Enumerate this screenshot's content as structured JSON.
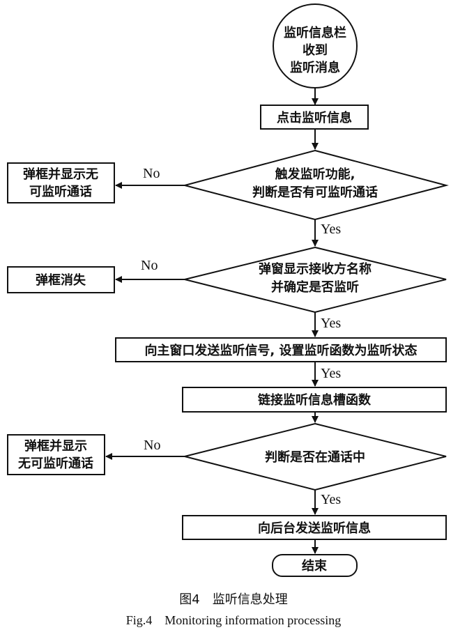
{
  "nodes": {
    "start": [
      "监听信息栏",
      "收到",
      "监听消息"
    ],
    "click_info": [
      "点击监听信息"
    ],
    "decision_trigger": [
      "触发监听功能,",
      "判断是否有可监听通话"
    ],
    "popup_no_call_1": [
      "弹框并显示无",
      "可监听通话"
    ],
    "decision_popup": [
      "弹窗显示接收方名称",
      "并确定是否监听"
    ],
    "popup_dismiss": [
      "弹框消失"
    ],
    "send_main_window": [
      "向主窗口发送监听信号, 设置监听函数为监听状态"
    ],
    "link_slot": [
      "链接监听信息槽函数"
    ],
    "decision_in_call": [
      "判断是否在通话中"
    ],
    "popup_no_call_2": [
      "弹框并显示",
      "无可监听通话"
    ],
    "send_backend": [
      "向后台发送监听信息"
    ],
    "end": [
      "结束"
    ]
  },
  "edge_labels": {
    "trigger_no": "No",
    "trigger_yes": "Yes",
    "popup_no": "No",
    "popup_yes": "Yes",
    "main_yes": "Yes",
    "in_call_no": "No",
    "in_call_yes": "Yes"
  },
  "caption": {
    "chinese": "图4　监听信息处理",
    "english": "Fig.4　Monitoring information processing"
  }
}
